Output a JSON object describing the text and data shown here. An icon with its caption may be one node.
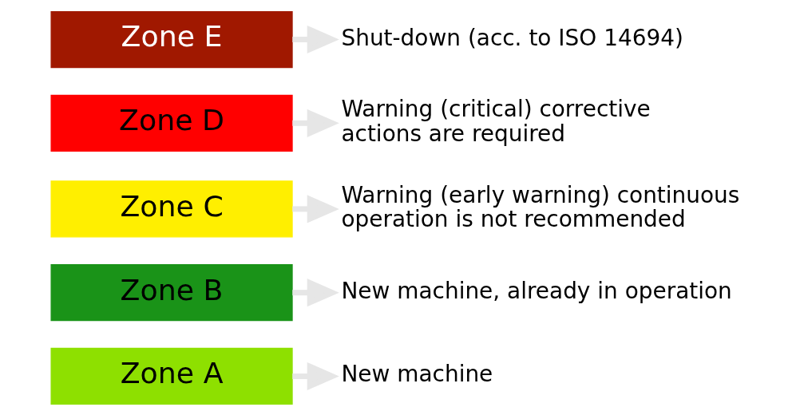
{
  "diagram": {
    "nodes": [
      {
        "text": [
          "Zone A"
        ]
      },
      {
        "text": [
          "New machine"
        ]
      },
      {
        "text": [
          "Zone B"
        ]
      },
      {
        "text": [
          "New machine, already in operation"
        ]
      },
      {
        "text": [
          "Zone C"
        ]
      },
      {
        "text": [
          "Warning (early warning) continuous operation is not recommended"
        ]
      },
      {
        "text": [
          "Zone D"
        ]
      },
      {
        "text": [
          "Warning (critical) corrective actions are required"
        ]
      },
      {
        "text": [
          "Zone E"
        ]
      },
      {
        "text": [
          "Shut-down (acc. to ISO 14694)"
        ]
      }
    ],
    "edges": [
      {
        "from": 0,
        "to": 1,
        "arrow": "to"
      },
      {
        "from": 2,
        "to": 3,
        "arrow": "to"
      },
      {
        "from": 4,
        "to": 5,
        "arrow": "to"
      },
      {
        "from": 6,
        "to": 7,
        "arrow": "to"
      },
      {
        "from": 8,
        "to": 9,
        "arrow": "to"
      }
    ]
  }
}
